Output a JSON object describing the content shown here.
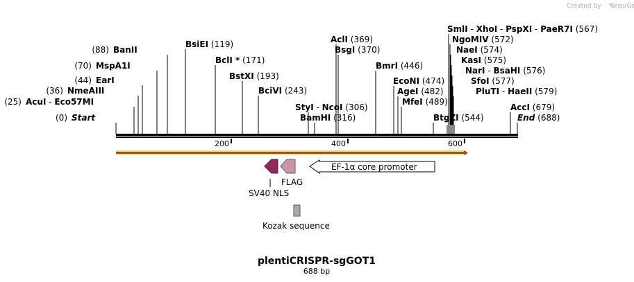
{
  "credit": {
    "prefix": "Created by",
    "brand": "SnapGene"
  },
  "title": "plentiCRISPR-sgGOT1",
  "subtitle": "688 bp",
  "ruler": {
    "ticks": [
      "200",
      "400",
      "600"
    ]
  },
  "enzymes": [
    {
      "name": "Start",
      "pos": "(0)",
      "style": "ital",
      "pos_first": true
    },
    {
      "name": "AcuI",
      "name2": "Eco57MI",
      "pos": "(25)",
      "pos_first": true
    },
    {
      "name": "NmeAIII",
      "pos": "(36)",
      "pos_first": true
    },
    {
      "name": "EarI",
      "pos": "(44)",
      "pos_first": true
    },
    {
      "name": "MspA1I",
      "pos": "(70)",
      "pos_first": true
    },
    {
      "name": "BanII",
      "pos": "(88)",
      "pos_first": true
    },
    {
      "name": "BsiEI",
      "pos": "(119)"
    },
    {
      "name": "BclI *",
      "pos": "(171)"
    },
    {
      "name": "BstXI",
      "pos": "(193)"
    },
    {
      "name": "BciVI",
      "pos": "(243)"
    },
    {
      "name": "StyI",
      "name2": "NcoI",
      "pos": "(306)"
    },
    {
      "name": "BamHI",
      "pos": "(316)"
    },
    {
      "name": "AclI",
      "pos": "(369)"
    },
    {
      "name": "BsgI",
      "pos": "(370)"
    },
    {
      "name": "BmrI",
      "pos": "(446)"
    },
    {
      "name": "EcoNI",
      "pos": "(474)"
    },
    {
      "name": "AgeI",
      "pos": "(482)"
    },
    {
      "name": "MfeI",
      "pos": "(489)"
    },
    {
      "name": "BtgZI",
      "pos": "(544)"
    },
    {
      "name": "SmlI",
      "name2": "XhoI",
      "name3": "PspXI",
      "name4": "PaeR7I",
      "pos": "(567)"
    },
    {
      "name": "NgoMIV",
      "pos": "(572)"
    },
    {
      "name": "NaeI",
      "pos": "(574)"
    },
    {
      "name": "KasI",
      "pos": "(575)"
    },
    {
      "name": "NarI",
      "name2": "BsaHI",
      "pos": "(576)"
    },
    {
      "name": "SfoI",
      "pos": "(577)"
    },
    {
      "name": "PluTI",
      "name2": "HaeII",
      "pos": "(579)"
    },
    {
      "name": "AccI",
      "pos": "(679)"
    },
    {
      "name": "End",
      "pos": "(688)",
      "style": "ital"
    }
  ],
  "features": {
    "promoter": "EF-1α core promoter",
    "flag": "FLAG",
    "nls": "SV40 NLS",
    "kozak": "Kozak sequence"
  },
  "colors": {
    "nls": "#8e2a5e",
    "flag": "#c995ae",
    "kozak": "#a4aab4",
    "highlight": "#f0c060"
  }
}
